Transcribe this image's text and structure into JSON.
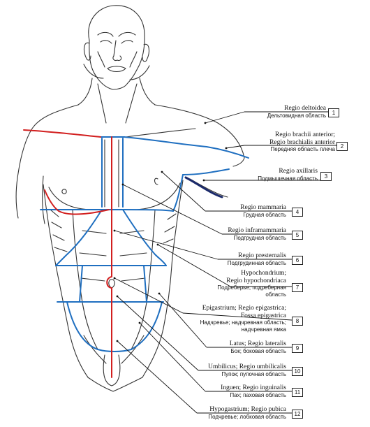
{
  "labels": [
    {
      "num": "1",
      "latin": [
        "Regio deltoidea"
      ],
      "russian": [
        "Дельтовидная область"
      ]
    },
    {
      "num": "2",
      "latin": [
        "Regio brachii anterior;",
        "Regio brachialis anterior"
      ],
      "russian": [
        "Передняя область плеча"
      ]
    },
    {
      "num": "3",
      "latin": [
        "Regio axillaris"
      ],
      "russian": [
        "Подмышечная область"
      ]
    },
    {
      "num": "4",
      "latin": [
        "Regio mammaria"
      ],
      "russian": [
        "Грудная область"
      ]
    },
    {
      "num": "5",
      "latin": [
        "Regio inframammaria"
      ],
      "russian": [
        "Подгрудная область"
      ]
    },
    {
      "num": "6",
      "latin": [
        "Regio presternalis"
      ],
      "russian": [
        "Подгрудинная область"
      ]
    },
    {
      "num": "7",
      "latin": [
        "Hypochondrium;",
        "Regio hypochondriaca"
      ],
      "russian": [
        "Подреберье; подреберная",
        "область"
      ]
    },
    {
      "num": "8",
      "latin": [
        "Epigastrium; Regio epigastrica;",
        "Fossa epigastrica"
      ],
      "russian": [
        "Надчревье; надчревная область;",
        "надчревная ямка"
      ]
    },
    {
      "num": "9",
      "latin": [
        "Latus; Regio lateralis"
      ],
      "russian": [
        "Бок; боковая область"
      ]
    },
    {
      "num": "10",
      "latin": [
        "Umbilicus; Regio umbilicalis"
      ],
      "russian": [
        "Пупок; пупочная область"
      ]
    },
    {
      "num": "11",
      "latin": [
        "Inguen; Regio inguinalis"
      ],
      "russian": [
        "Пах; паховая область"
      ]
    },
    {
      "num": "12",
      "latin": [
        "Hypogastrium; Regio pubica"
      ],
      "russian": [
        "Подчревье; лобковая область"
      ]
    }
  ],
  "colors": {
    "outline": "#333333",
    "region_boundary": "#1f6fc0",
    "midline": "#d21f1f"
  }
}
